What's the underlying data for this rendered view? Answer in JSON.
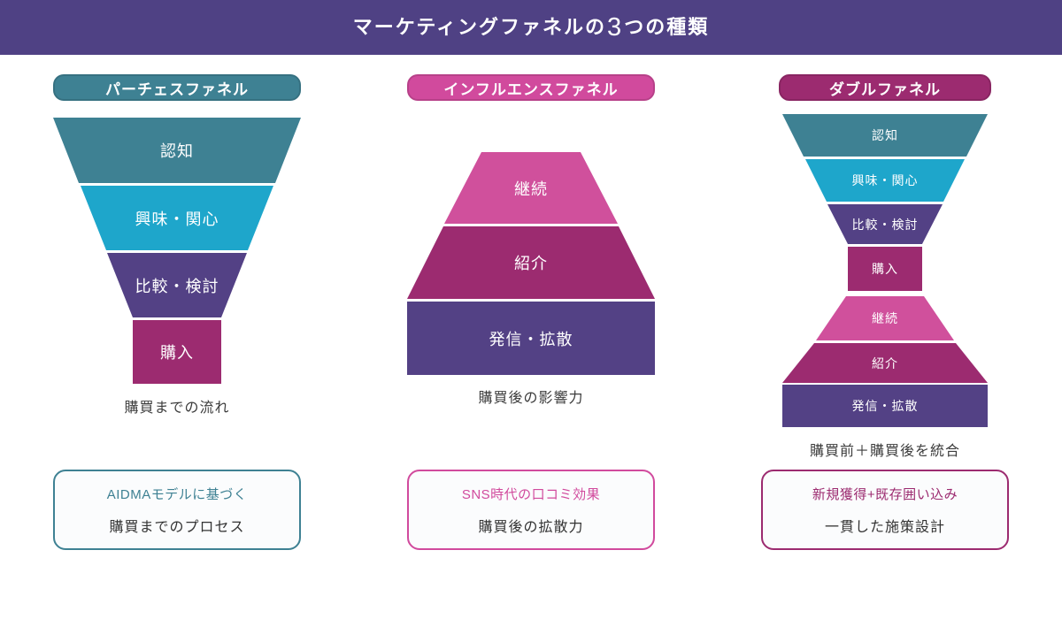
{
  "title": {
    "pre": "マーケティングファネルの",
    "num": "3",
    "post": "つの種類"
  },
  "colors": {
    "banner": "#4F4184",
    "teal": "#3E8193",
    "cyan": "#1EA6CB",
    "purple": "#534185",
    "magenta": "#9C2B70",
    "pink": "#D0509C",
    "pink_header": "#D14A9D",
    "caption_text": "#3C3C3C"
  },
  "funnels": [
    {
      "header": "パーチェスファネル",
      "segments": [
        {
          "label": "認知",
          "color": "#3E8193"
        },
        {
          "label": "興味・関心",
          "color": "#1EA6CB"
        },
        {
          "label": "比較・検討",
          "color": "#534185"
        },
        {
          "label": "購入",
          "color": "#9C2B70"
        }
      ],
      "caption": "購買までの流れ",
      "card": {
        "line1": "AIDMAモデルに基づく",
        "line2": "購買までのプロセス"
      }
    },
    {
      "header": "インフルエンスファネル",
      "segments": [
        {
          "label": "継続",
          "color": "#D0509C"
        },
        {
          "label": "紹介",
          "color": "#9C2B70"
        },
        {
          "label": "発信・拡散",
          "color": "#534185"
        }
      ],
      "caption": "購買後の影響力",
      "card": {
        "line1": "SNS時代の口コミ効果",
        "line2": "購買後の拡散力"
      }
    },
    {
      "header": "ダブルファネル",
      "top_segments": [
        {
          "label": "認知",
          "color": "#3E8193"
        },
        {
          "label": "興味・関心",
          "color": "#1EA6CB"
        },
        {
          "label": "比較・検討",
          "color": "#534185"
        },
        {
          "label": "購入",
          "color": "#9C2B70"
        }
      ],
      "bottom_segments": [
        {
          "label": "継続",
          "color": "#D0509C"
        },
        {
          "label": "紹介",
          "color": "#9C2B70"
        },
        {
          "label": "発信・拡散",
          "color": "#534185"
        }
      ],
      "caption": "購買前＋購買後を統合",
      "card": {
        "line1": "新規獲得+既存囲い込み",
        "line2": "一貫した施策設計"
      }
    }
  ]
}
